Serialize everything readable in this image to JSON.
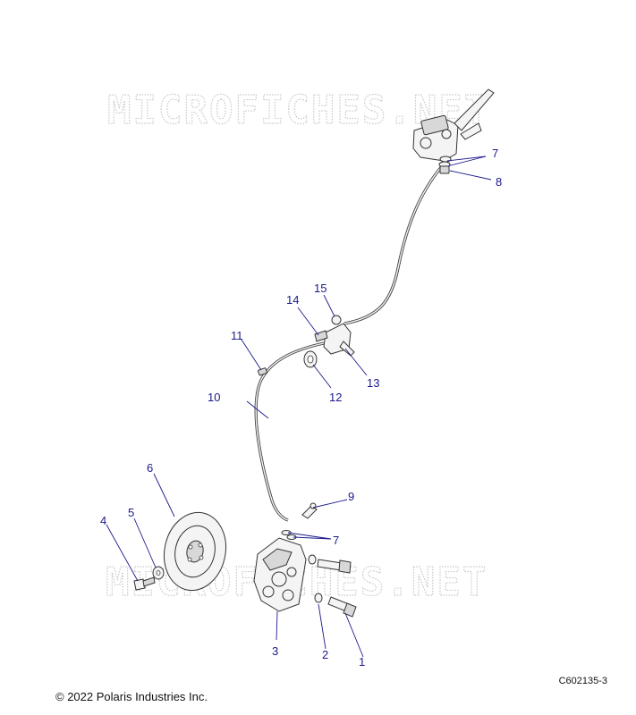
{
  "watermark": "MICROFICHES.NET",
  "callouts": [
    {
      "id": "c1",
      "label": "1"
    },
    {
      "id": "c2",
      "label": "2"
    },
    {
      "id": "c3",
      "label": "3"
    },
    {
      "id": "c4",
      "label": "4"
    },
    {
      "id": "c5",
      "label": "5"
    },
    {
      "id": "c6",
      "label": "6"
    },
    {
      "id": "c7a",
      "label": "7"
    },
    {
      "id": "c7b",
      "label": "7"
    },
    {
      "id": "c8",
      "label": "8"
    },
    {
      "id": "c9",
      "label": "9"
    },
    {
      "id": "c10",
      "label": "10"
    },
    {
      "id": "c11",
      "label": "11"
    },
    {
      "id": "c12",
      "label": "12"
    },
    {
      "id": "c13",
      "label": "13"
    },
    {
      "id": "c14",
      "label": "14"
    },
    {
      "id": "c15",
      "label": "15"
    }
  ],
  "figure_code": "C602135-3",
  "copyright": "© 2022 Polaris Industries Inc."
}
